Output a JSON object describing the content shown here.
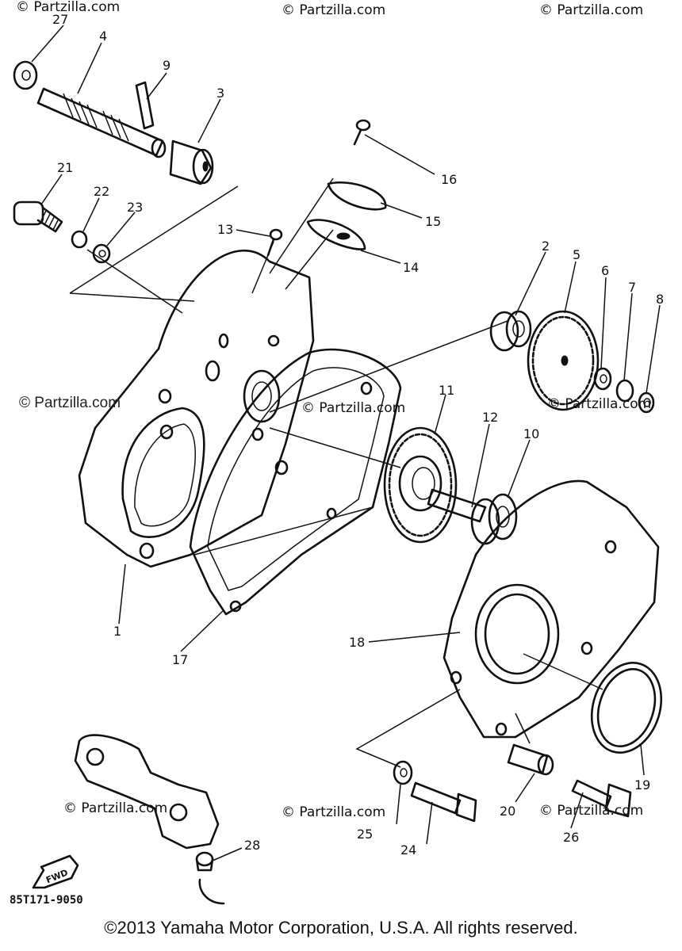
{
  "callouts": [
    "1",
    "2",
    "3",
    "4",
    "5",
    "6",
    "7",
    "8",
    "9",
    "10",
    "11",
    "12",
    "13",
    "14",
    "15",
    "16",
    "17",
    "18",
    "19",
    "20",
    "21",
    "22",
    "23",
    "24",
    "25",
    "26",
    "27",
    "28"
  ],
  "watermark": "© Partzilla.com",
  "diagram_code": "85T171-9050",
  "fwd_label": "FWD",
  "copyright": "©2013 Yamaha Motor Corporation, U.S.A. All rights reserved."
}
